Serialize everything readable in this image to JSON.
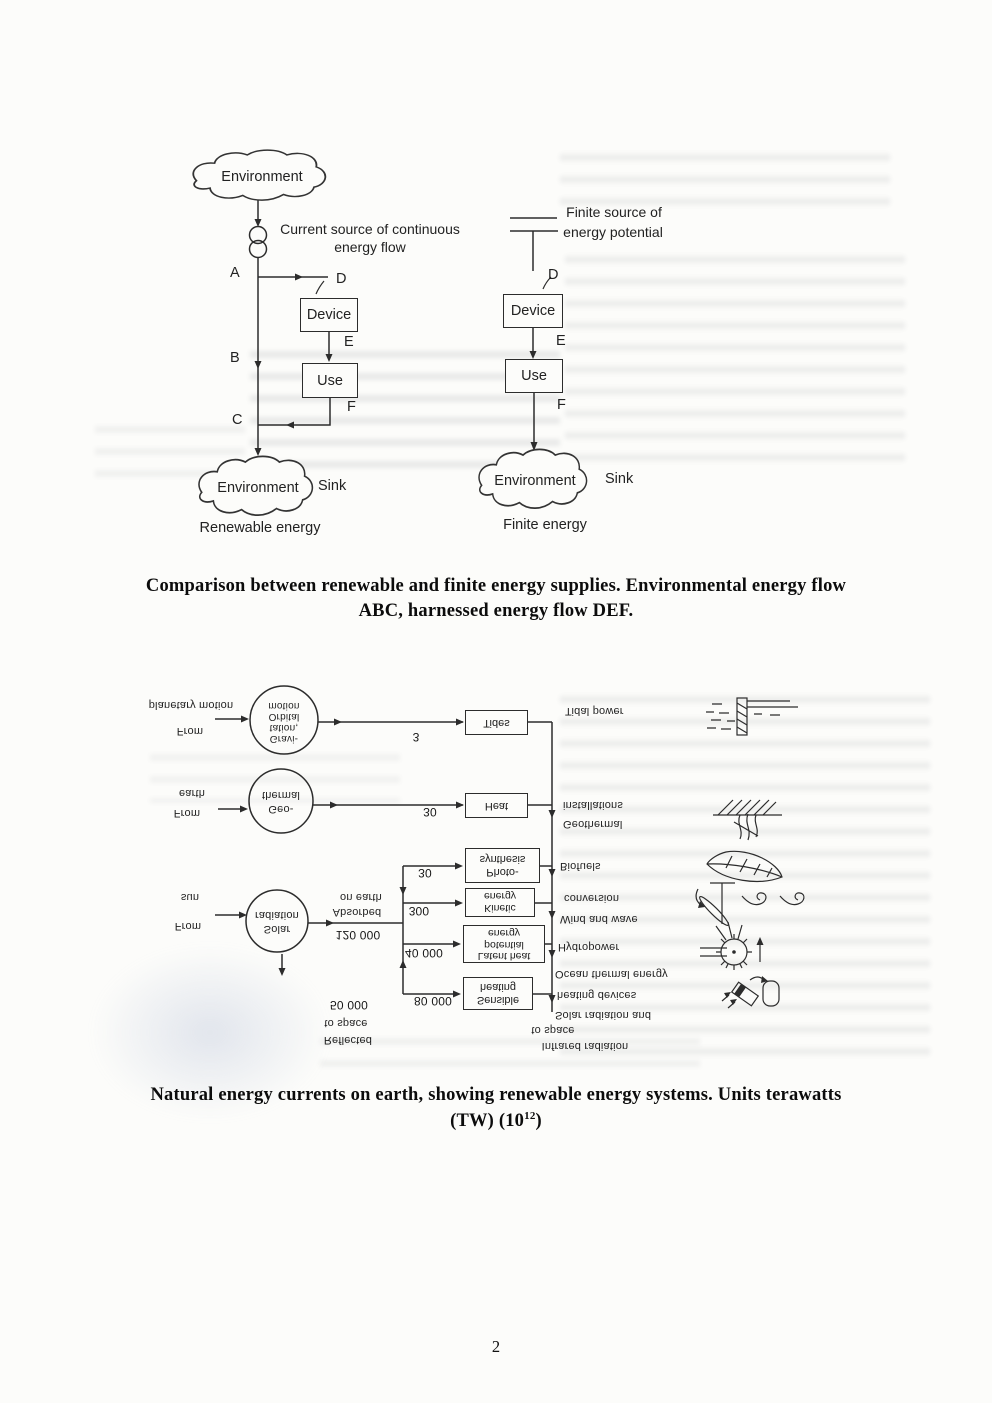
{
  "page": {
    "number": "2"
  },
  "fig1": {
    "left": {
      "source_cloud": "Environment",
      "source_label_1": "Current source of continuous",
      "source_label_2": "energy flow",
      "labels": {
        "A": "A",
        "B": "B",
        "C": "C",
        "D": "D",
        "E": "E",
        "F": "F"
      },
      "device": "Device",
      "use": "Use",
      "sink_cloud": "Environment",
      "sink": "Sink",
      "caption": "Renewable energy"
    },
    "right": {
      "source_label_1": "Finite source of",
      "source_label_2": "energy potential",
      "labels": {
        "D": "D",
        "E": "E",
        "F": "F"
      },
      "device": "Device",
      "use": "Use",
      "sink_cloud": "Environment",
      "sink": "Sink",
      "caption": "Finite energy"
    }
  },
  "caption1": {
    "line1": "Comparison between renewable and finite energy supplies. Environmental energy flow",
    "line2": "ABC, harnessed energy flow DEF."
  },
  "fig2": {
    "note": "figure printed vertically flipped in the scan",
    "sources": [
      {
        "from": [
          "From",
          "sun"
        ],
        "circle": [
          "Solar",
          "radiation"
        ]
      },
      {
        "from": [
          "From",
          "earth"
        ],
        "circle": [
          "Geo-",
          "thermal"
        ]
      },
      {
        "from": [
          "From",
          "planetary motion"
        ],
        "circle": [
          "Gravi-",
          "tation,",
          "Orbital",
          "motion"
        ]
      }
    ],
    "reflected": [
      "Reflected",
      "to space",
      "50 000"
    ],
    "absorbed": {
      "label": [
        "Absorbed",
        "on earth"
      ],
      "value": "120 000"
    },
    "boxes": [
      {
        "label": [
          "Sensible",
          "heating"
        ],
        "value": "80 000",
        "output": [
          "Solar radiation and",
          "heating devices",
          "Ocean thermal energy"
        ]
      },
      {
        "label": [
          "Latent heat",
          "potential",
          "energy"
        ],
        "value": "40 000",
        "output": [
          "Hydropower"
        ]
      },
      {
        "label": [
          "Kinetic",
          "energy"
        ],
        "value": "300",
        "output": [
          "Wind and wave",
          "conversion"
        ]
      },
      {
        "label": [
          "Photo-",
          "synthesis"
        ],
        "value": "30",
        "output": [
          "Biofuels"
        ]
      },
      {
        "label": [
          "Heat"
        ],
        "value": "30",
        "output": [
          "Geothermal",
          "installations"
        ]
      },
      {
        "label": [
          "Tides"
        ],
        "value": "3",
        "output": [
          "Tidal power"
        ]
      }
    ],
    "exit": [
      "Infrared radiation",
      "to space"
    ],
    "icons": [
      "tidal-barrage-icon",
      "geothermal-steam-icon",
      "leaf-icon",
      "wind-turbine-icon",
      "waves-icon",
      "water-wheel-icon",
      "solar-heater-icon"
    ]
  },
  "caption2": {
    "line1": "Natural energy currents on earth, showing renewable energy systems. Units terawatts",
    "line2_pre": "(TW) (10",
    "line2_sup": "12",
    "line2_post": ")"
  }
}
